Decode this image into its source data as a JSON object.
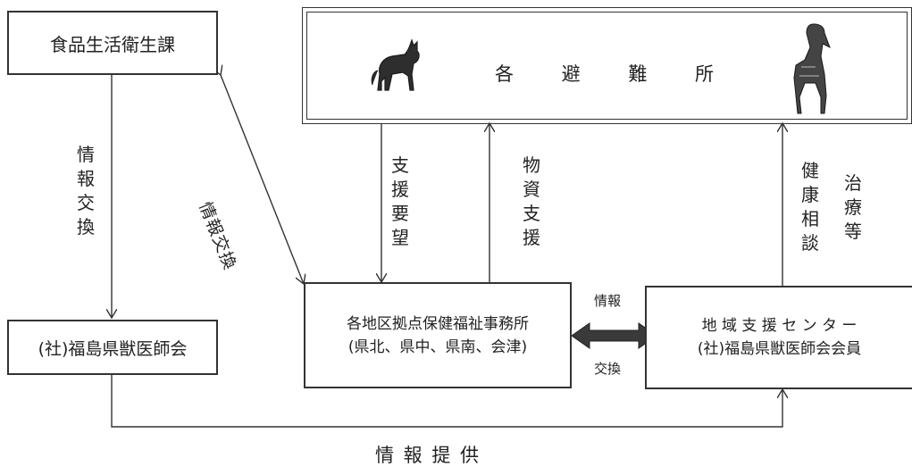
{
  "boxes": {
    "food_hygiene": "食品生活衛生課",
    "shelters": [
      "各",
      "避",
      "難",
      "所"
    ],
    "vet_assoc": "(社)福島県獣医師会",
    "welfare_office": {
      "line1": "各地区拠点保健福祉事務所",
      "line2": "(県北、県中、県南、会津)"
    },
    "support_center": {
      "line1": "地 域 支 援 セ ン タ ー",
      "line2": "(社)福島県獣医師会会員"
    }
  },
  "edges": {
    "left_vertical": [
      "情",
      "報",
      "交",
      "換"
    ],
    "diagonal": "情報交換",
    "support_request": [
      "支",
      "援",
      "要",
      "望"
    ],
    "material_support": [
      "物",
      "資",
      "支",
      "援"
    ],
    "health_consult": [
      "健",
      "康",
      "相",
      "談"
    ],
    "treatment": [
      "治",
      "療",
      "等"
    ],
    "exchange_top": "情報",
    "exchange_bottom": "交換",
    "info_provision": "情 報 提 供"
  },
  "icons": {
    "left_animal": "cat-icon",
    "right_animal": "dog-icon"
  }
}
